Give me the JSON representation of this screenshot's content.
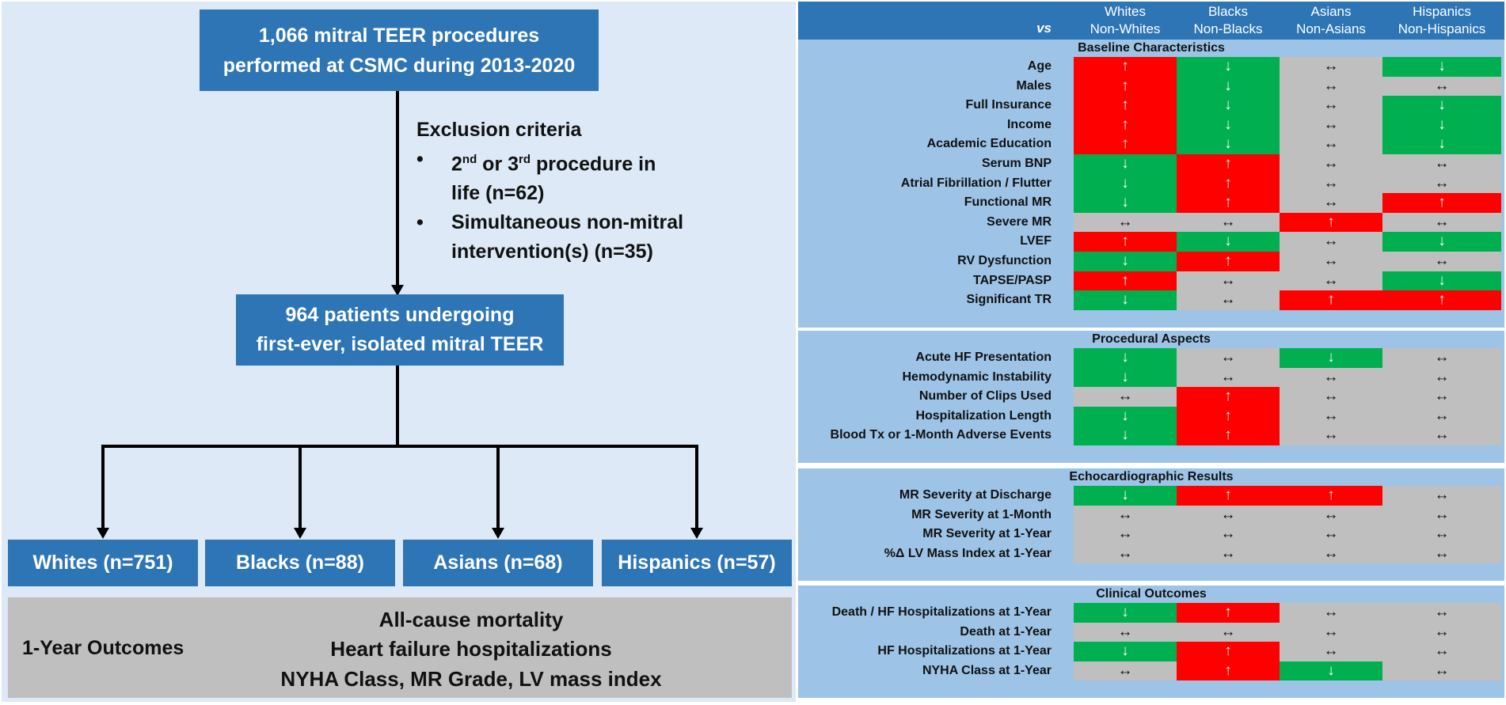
{
  "colors": {
    "up_bg": "#ff0000",
    "down_bg": "#00b050",
    "neutral_bg": "#bfbfbf",
    "header": "#2e75b6",
    "section": "#9dc3e6",
    "box": "#2e75b6"
  },
  "flow": {
    "top_box": [
      "1,066 mitral TEER procedures",
      "performed at CSMC during 2013-2020"
    ],
    "exclusion_title": "Exclusion criteria",
    "exclusion_items": [
      {
        "pre": "2",
        "sup1": "nd",
        "mid": " or 3",
        "sup2": "rd",
        "post": " procedure in",
        "line2": "life (n=62)"
      },
      {
        "line1": "Simultaneous non-mitral",
        "line2": "intervention(s) (n=35)"
      }
    ],
    "mid_box": [
      "964 patients undergoing",
      "first-ever, isolated mitral TEER"
    ],
    "groups": [
      "Whites (n=751)",
      "Blacks (n=88)",
      "Asians (n=68)",
      "Hispanics (n=57)"
    ],
    "outcomes_label": "1-Year Outcomes",
    "outcomes_lines": [
      "All-cause mortality",
      "Heart failure hospitalizations",
      "NYHA Class, MR Grade, LV mass index"
    ]
  },
  "table": {
    "vs": "vs",
    "columns": [
      {
        "top": "Whites",
        "bottom": "Non-Whites"
      },
      {
        "top": "Blacks",
        "bottom": "Non-Blacks"
      },
      {
        "top": "Asians",
        "bottom": "Non-Asians"
      },
      {
        "top": "Hispanics",
        "bottom": "Non-Hispanics"
      }
    ],
    "sections": [
      {
        "title": "Baseline Characteristics",
        "rows": [
          {
            "label": "Age",
            "cells": [
              "up",
              "down",
              "eq",
              "down"
            ]
          },
          {
            "label": "Males",
            "cells": [
              "up",
              "down",
              "eq",
              "eq"
            ]
          },
          {
            "label": "Full Insurance",
            "cells": [
              "up",
              "down",
              "eq",
              "down"
            ]
          },
          {
            "label": "Income",
            "cells": [
              "up",
              "down",
              "eq",
              "down"
            ]
          },
          {
            "label": "Academic Education",
            "cells": [
              "up",
              "down",
              "eq",
              "down"
            ]
          },
          {
            "label": "Serum BNP",
            "cells": [
              "down",
              "up",
              "eq",
              "eq"
            ]
          },
          {
            "label": "Atrial Fibrillation / Flutter",
            "cells": [
              "down",
              "up",
              "eq",
              "eq"
            ]
          },
          {
            "label": "Functional MR",
            "cells": [
              "down",
              "up",
              "eq",
              "up"
            ]
          },
          {
            "label": "Severe MR",
            "cells": [
              "eq",
              "eq",
              "up",
              "eq"
            ]
          },
          {
            "label": "LVEF",
            "cells": [
              "up",
              "down",
              "eq",
              "down"
            ]
          },
          {
            "label": "RV Dysfunction",
            "cells": [
              "down",
              "up",
              "eq",
              "eq"
            ]
          },
          {
            "label": "TAPSE/PASP",
            "cells": [
              "up",
              "eq",
              "eq",
              "down"
            ]
          },
          {
            "label": "Significant TR",
            "cells": [
              "down",
              "eq",
              "up",
              "up"
            ]
          }
        ]
      },
      {
        "title": "Procedural Aspects",
        "rows": [
          {
            "label": "Acute HF Presentation",
            "cells": [
              "down",
              "eq",
              "down",
              "eq"
            ]
          },
          {
            "label": "Hemodynamic Instability",
            "cells": [
              "down",
              "eq",
              "eq",
              "eq"
            ]
          },
          {
            "label": "Number of Clips Used",
            "cells": [
              "eq",
              "up",
              "eq",
              "eq"
            ]
          },
          {
            "label": "Hospitalization Length",
            "cells": [
              "down",
              "up",
              "eq",
              "eq"
            ]
          },
          {
            "label": "Blood Tx or 1-Month Adverse Events",
            "cells": [
              "down",
              "up",
              "eq",
              "eq"
            ]
          }
        ]
      },
      {
        "title": "Echocardiographic Results",
        "rows": [
          {
            "label": "MR Severity at Discharge",
            "cells": [
              "down",
              "up",
              "up",
              "eq"
            ]
          },
          {
            "label": "MR Severity at 1-Month",
            "cells": [
              "eq",
              "eq",
              "eq",
              "eq"
            ]
          },
          {
            "label": "MR Severity at 1-Year",
            "cells": [
              "eq",
              "eq",
              "eq",
              "eq"
            ]
          },
          {
            "label": "%Δ LV Mass Index at 1-Year",
            "cells": [
              "eq",
              "eq",
              "eq",
              "eq"
            ]
          }
        ]
      },
      {
        "title": "Clinical Outcomes",
        "rows": [
          {
            "label": "Death / HF Hospitalizations at 1-Year",
            "cells": [
              "down",
              "up",
              "eq",
              "eq"
            ]
          },
          {
            "label": "Death at 1-Year",
            "cells": [
              "eq",
              "eq",
              "eq",
              "eq"
            ]
          },
          {
            "label": "HF Hospitalizations at 1-Year",
            "cells": [
              "down",
              "up",
              "eq",
              "eq"
            ]
          },
          {
            "label": "NYHA Class at 1-Year",
            "cells": [
              "eq",
              "up",
              "down",
              "eq"
            ]
          }
        ]
      }
    ]
  }
}
